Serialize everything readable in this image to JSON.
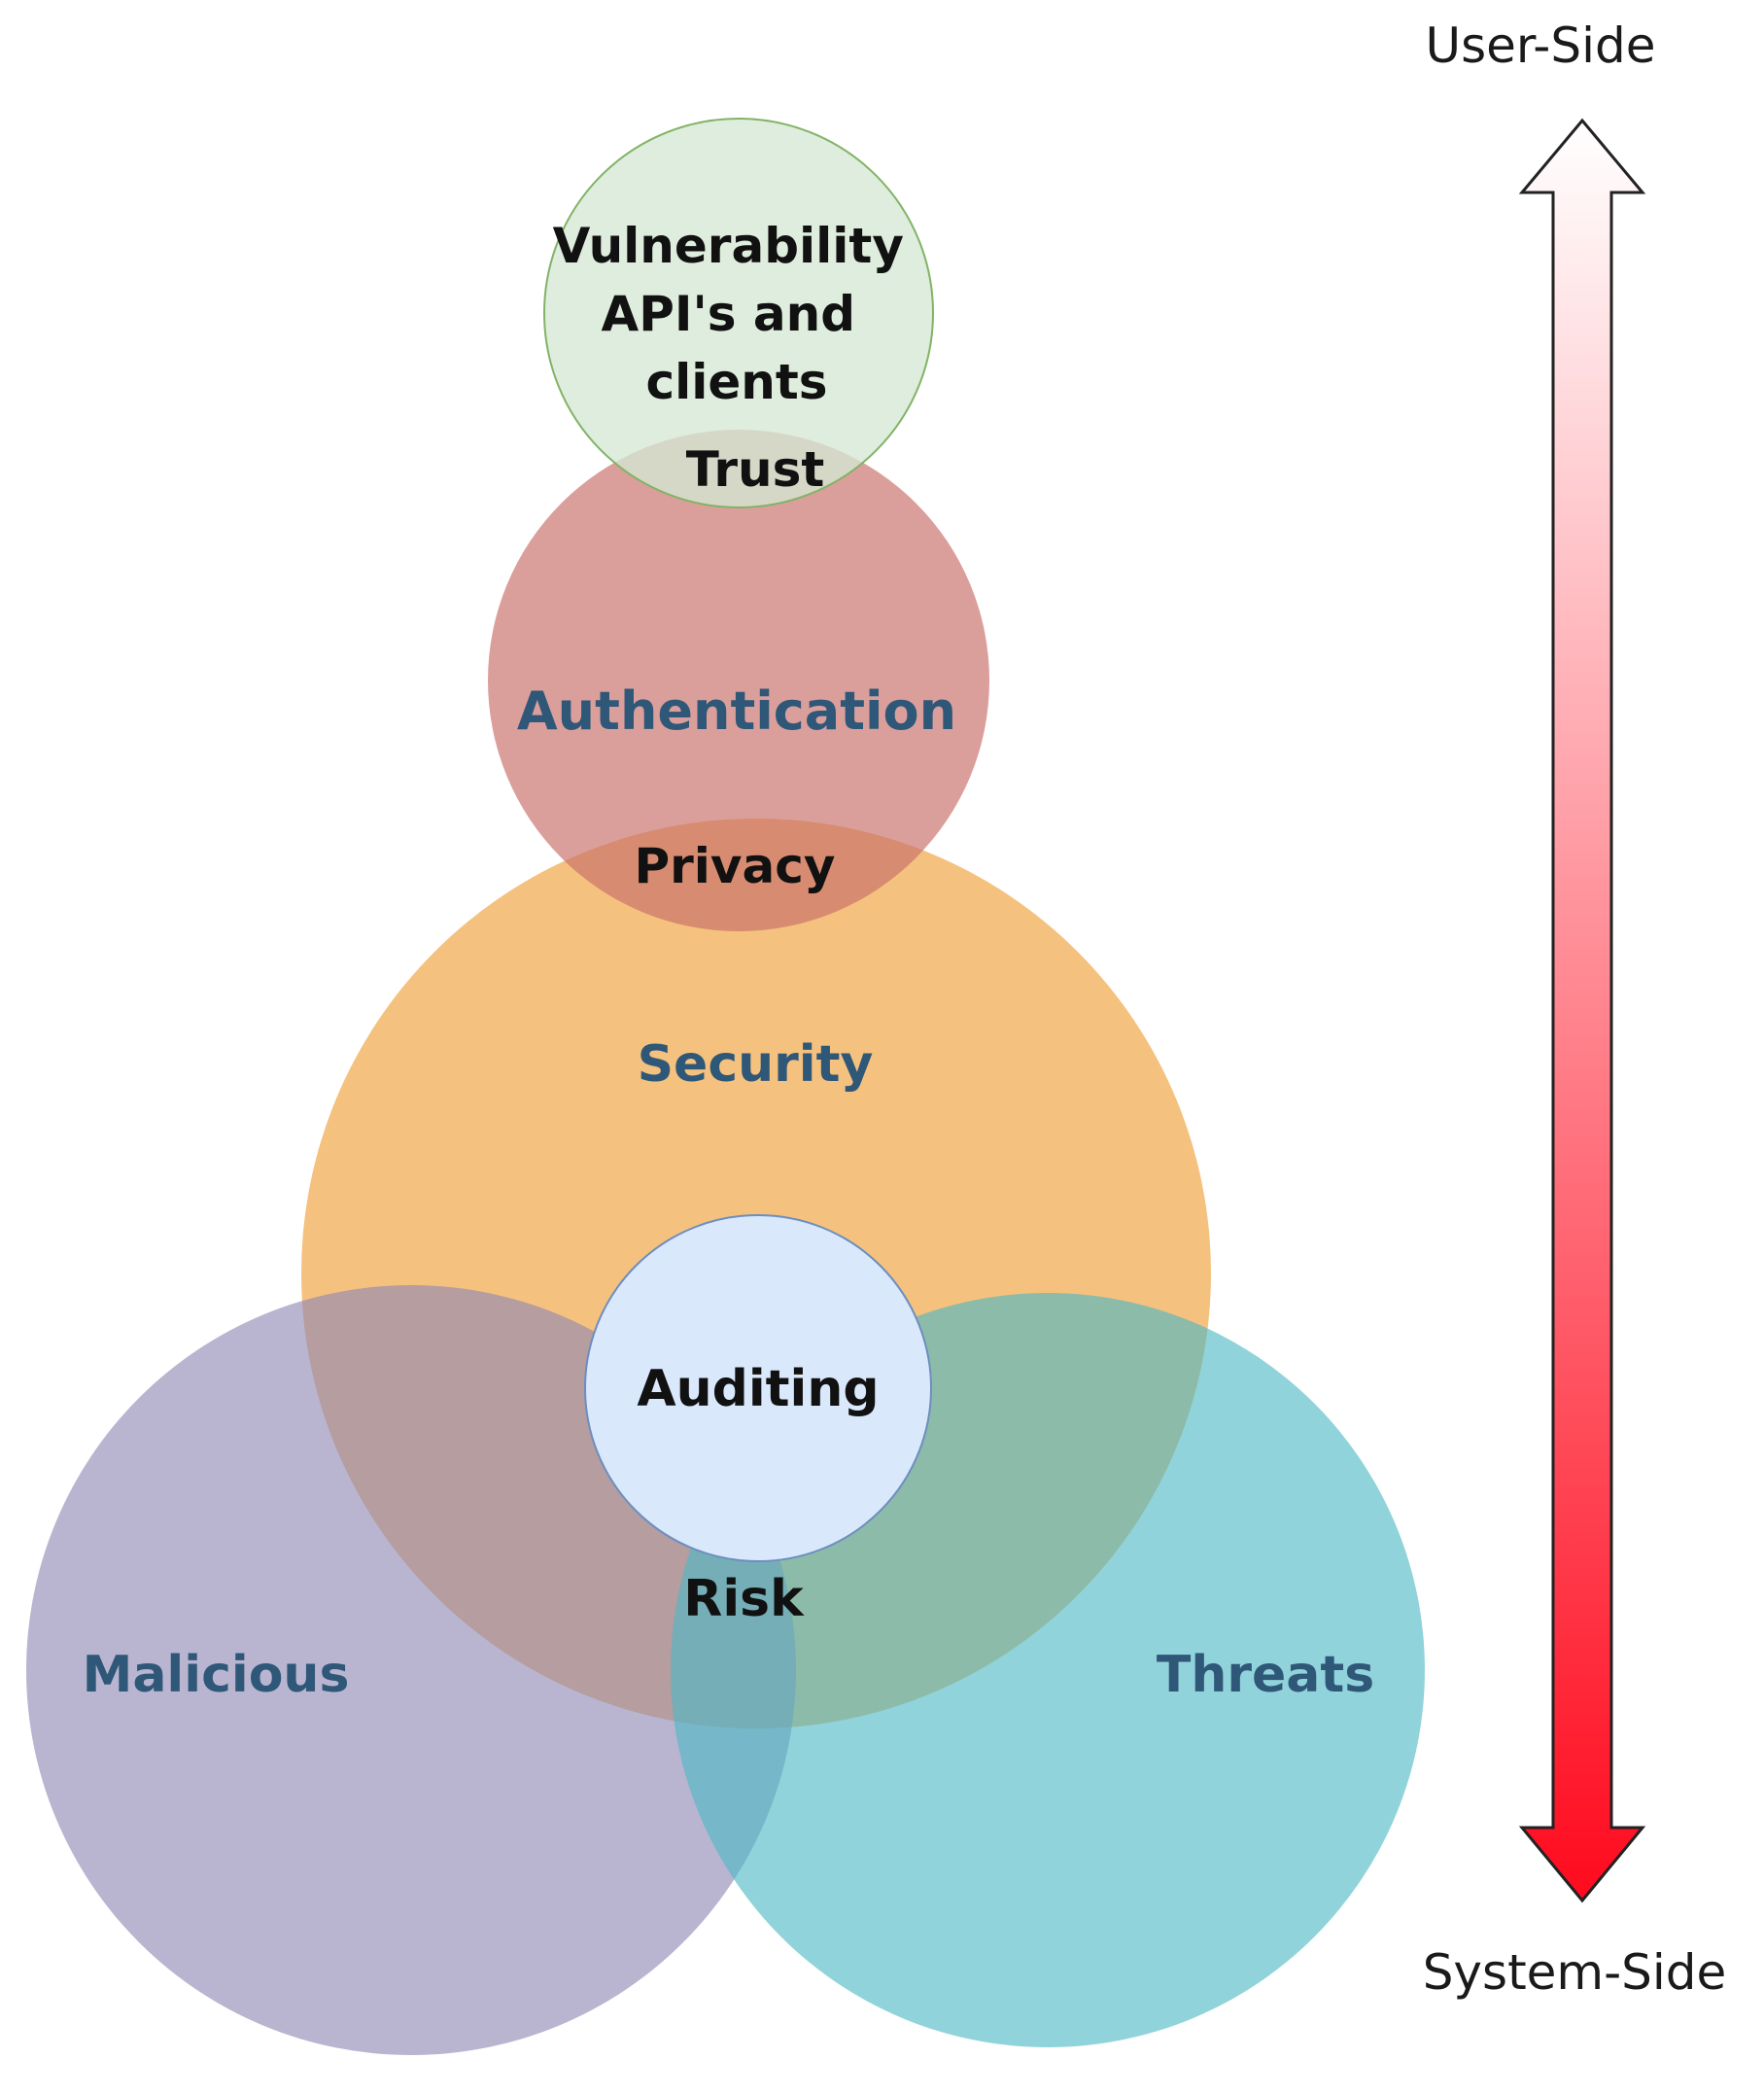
{
  "circles": {
    "vulnerability": {
      "lines": [
        "Vulnerability",
        "API's and",
        "clients"
      ],
      "fill": "#d5e8d4",
      "stroke": "#82b366"
    },
    "authentication": {
      "label": "Authentication",
      "fill": "#c8716b"
    },
    "security": {
      "label": "Security",
      "fill": "#f2b05a"
    },
    "malicious": {
      "label": "Malicious",
      "fill": "#8e88b5"
    },
    "threats": {
      "label": "Threats",
      "fill": "#4db8c3"
    },
    "auditing": {
      "label": "Auditing",
      "fill": "#dae8fc",
      "stroke": "#6c8ebf"
    }
  },
  "overlap_labels": {
    "trust": "Trust",
    "privacy": "Privacy",
    "risk": "Risk"
  },
  "scale": {
    "top_label": "User-Side",
    "bottom_label": "System-Side",
    "gradient_top": "#ffffff",
    "gradient_bottom": "#ff0a1e"
  },
  "colors": {
    "circle_label": "#2f5778",
    "overlap_label": "#111111"
  }
}
